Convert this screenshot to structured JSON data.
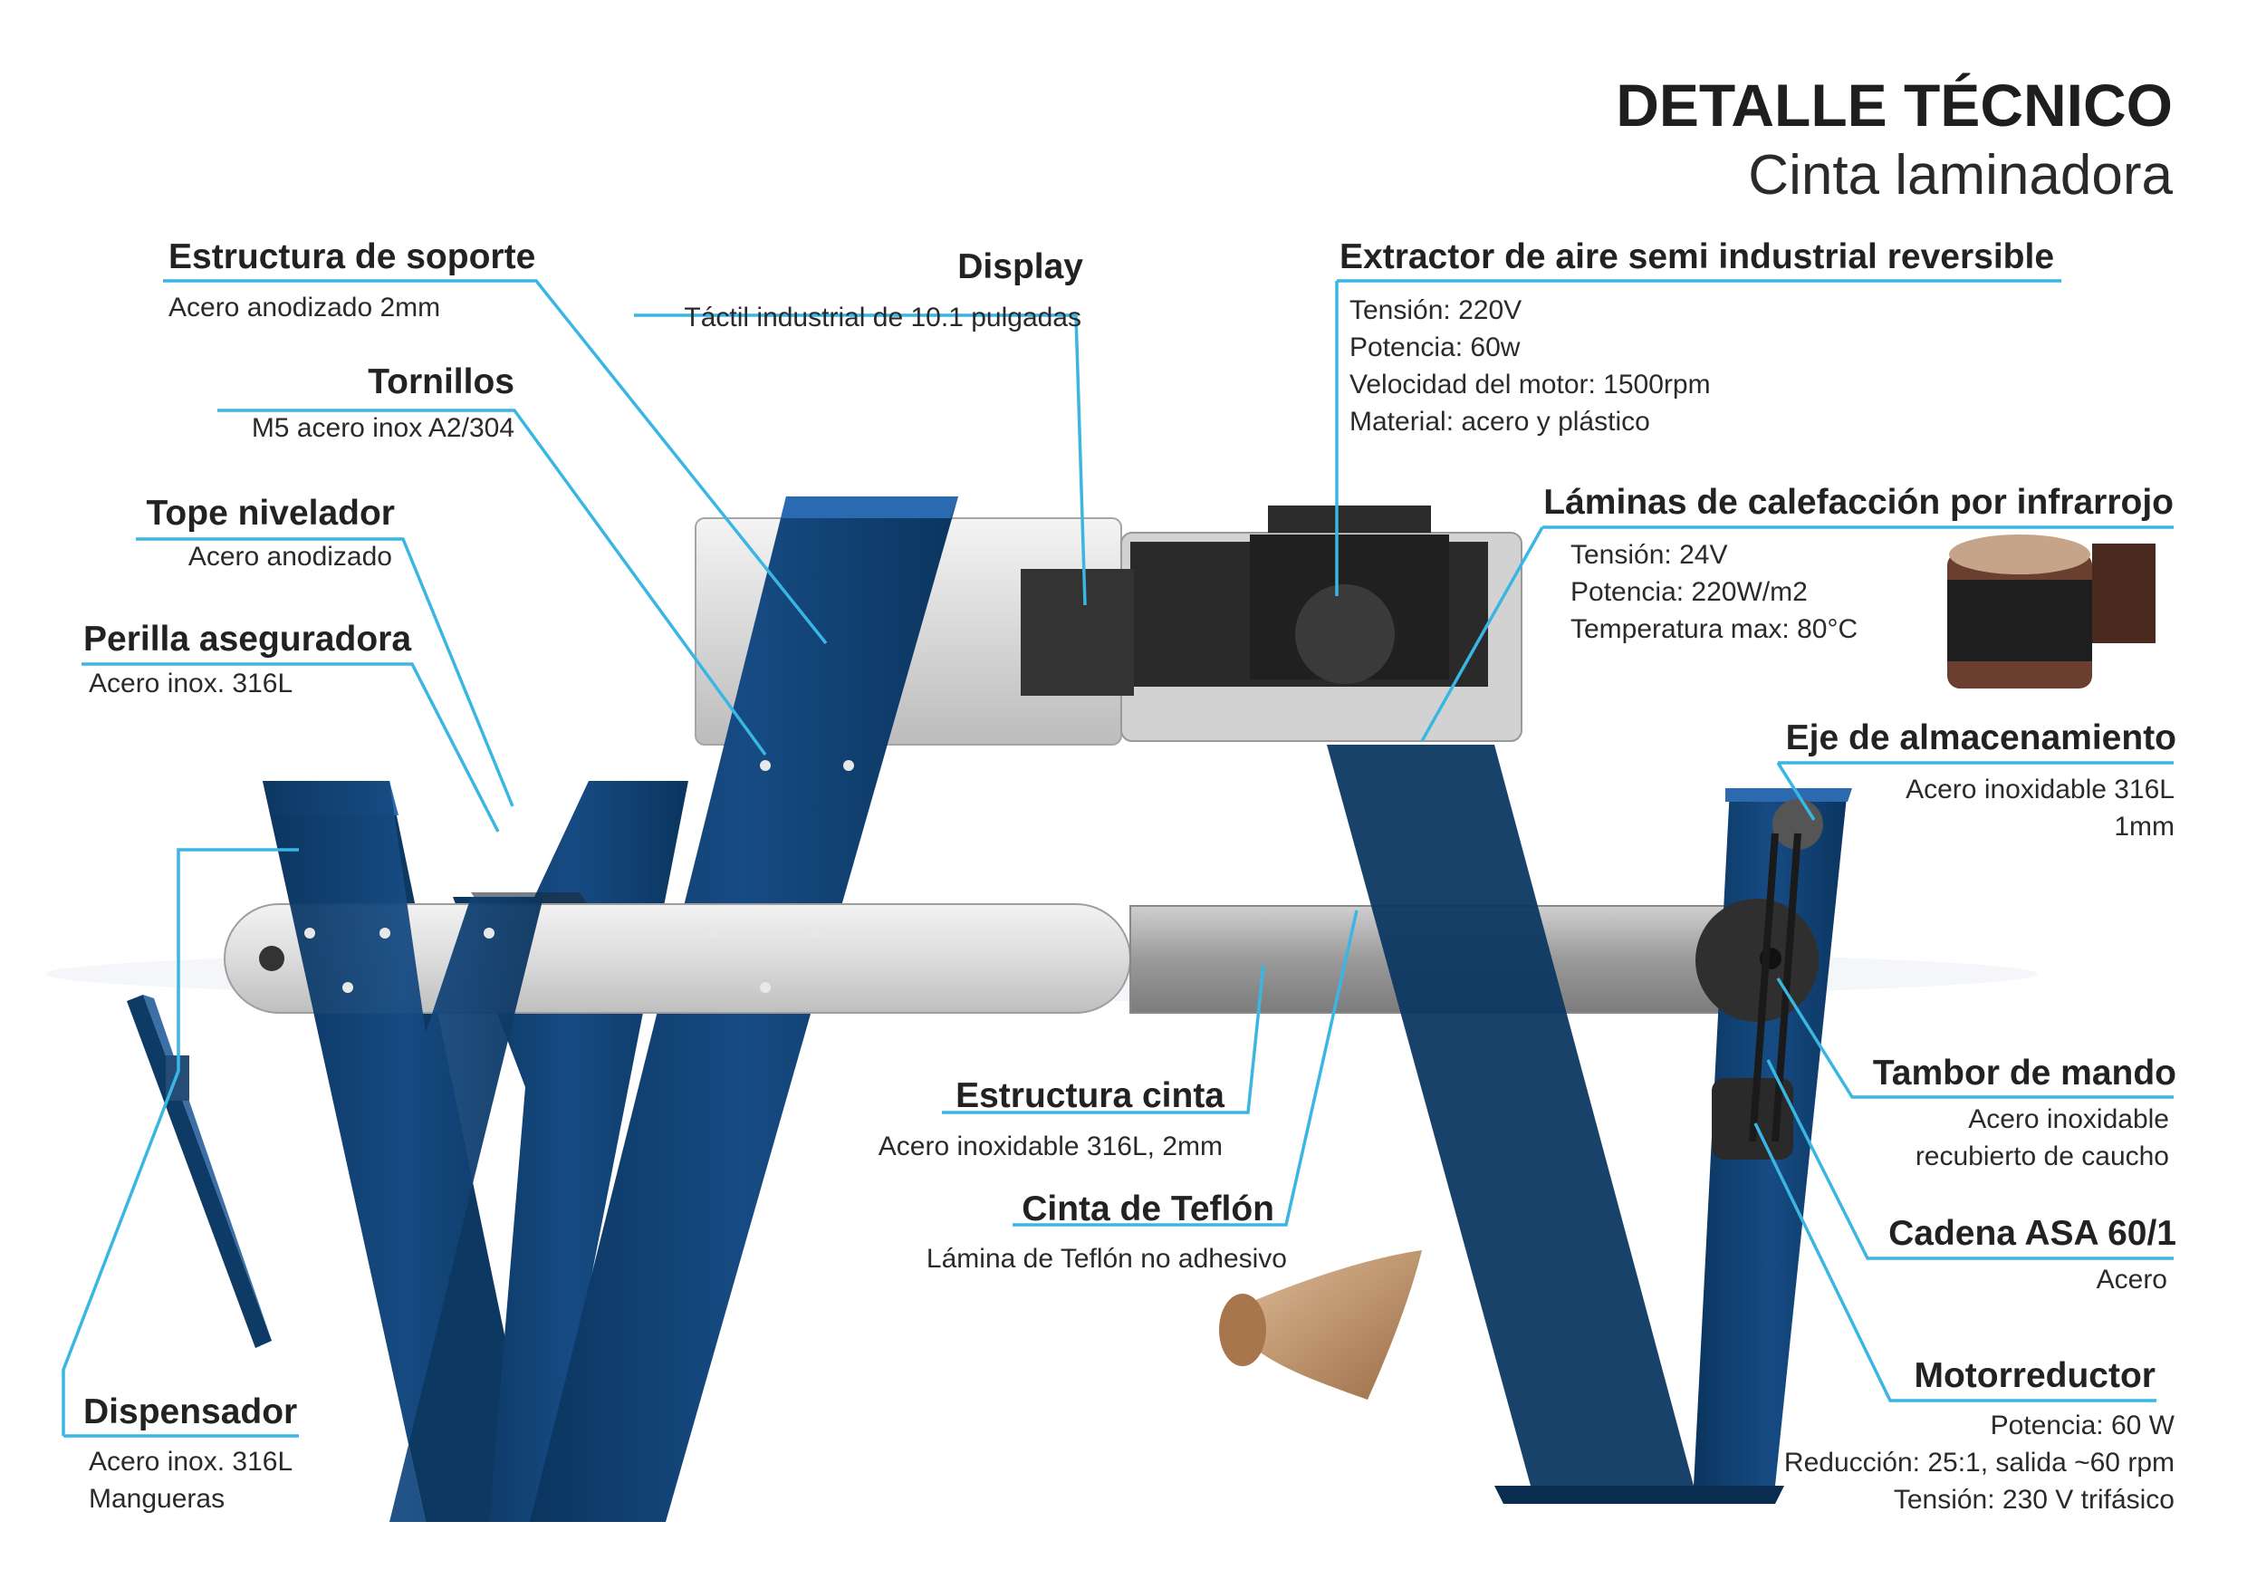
{
  "header": {
    "title": "DETALLE TÉCNICO",
    "subtitle": "Cinta laminadora"
  },
  "colors": {
    "accent_line": "#3ab6e3",
    "frame_blue": "#0d3e6e",
    "frame_blue_light": "#1f5a96",
    "housing_silver": "#dedede"
  },
  "callouts": {
    "estructura_soporte": {
      "title": "Estructura de soporte",
      "lines": [
        "Acero anodizado 2mm"
      ]
    },
    "tornillos": {
      "title": "Tornillos",
      "lines": [
        "M5 acero inox A2/304"
      ]
    },
    "tope_nivelador": {
      "title": "Tope nivelador",
      "lines": [
        "Acero anodizado"
      ]
    },
    "perilla": {
      "title": "Perilla aseguradora",
      "lines": [
        "Acero inox. 316L"
      ]
    },
    "display": {
      "title": "Display",
      "lines": [
        "Táctil industrial de 10.1 pulgadas"
      ]
    },
    "extractor": {
      "title": "Extractor de aire semi industrial reversible",
      "lines": [
        "Tensión: 220V",
        "Potencia: 60w",
        "Velocidad del motor: 1500rpm",
        "Material: acero y plástico"
      ]
    },
    "laminas": {
      "title": "Láminas de calefacción por infrarrojo",
      "lines": [
        "Tensión: 24V",
        "Potencia: 220W/m2",
        "Temperatura max: 80°C"
      ]
    },
    "eje": {
      "title": "Eje de almacenamiento",
      "lines": [
        "Acero inoxidable 316L",
        "1mm"
      ]
    },
    "estructura_cinta": {
      "title": "Estructura cinta",
      "lines": [
        "Acero inoxidable 316L, 2mm"
      ]
    },
    "cinta_teflon": {
      "title": "Cinta de Teflón",
      "lines": [
        "Lámina de Teflón no adhesivo"
      ]
    },
    "tambor": {
      "title": "Tambor de mando",
      "lines": [
        "Acero inoxidable",
        "recubierto de caucho"
      ]
    },
    "cadena": {
      "title": "Cadena ASA 60/1",
      "lines": [
        "Acero"
      ]
    },
    "motorreductor": {
      "title": "Motorreductor",
      "lines": [
        "Potencia: 60 W",
        "Reducción: 25:1, salida ~60 rpm",
        "Tensión: 230 V trifásico"
      ]
    },
    "dispensador": {
      "title": "Dispensador",
      "lines": [
        "Acero inox. 316L",
        "Mangueras"
      ]
    }
  }
}
